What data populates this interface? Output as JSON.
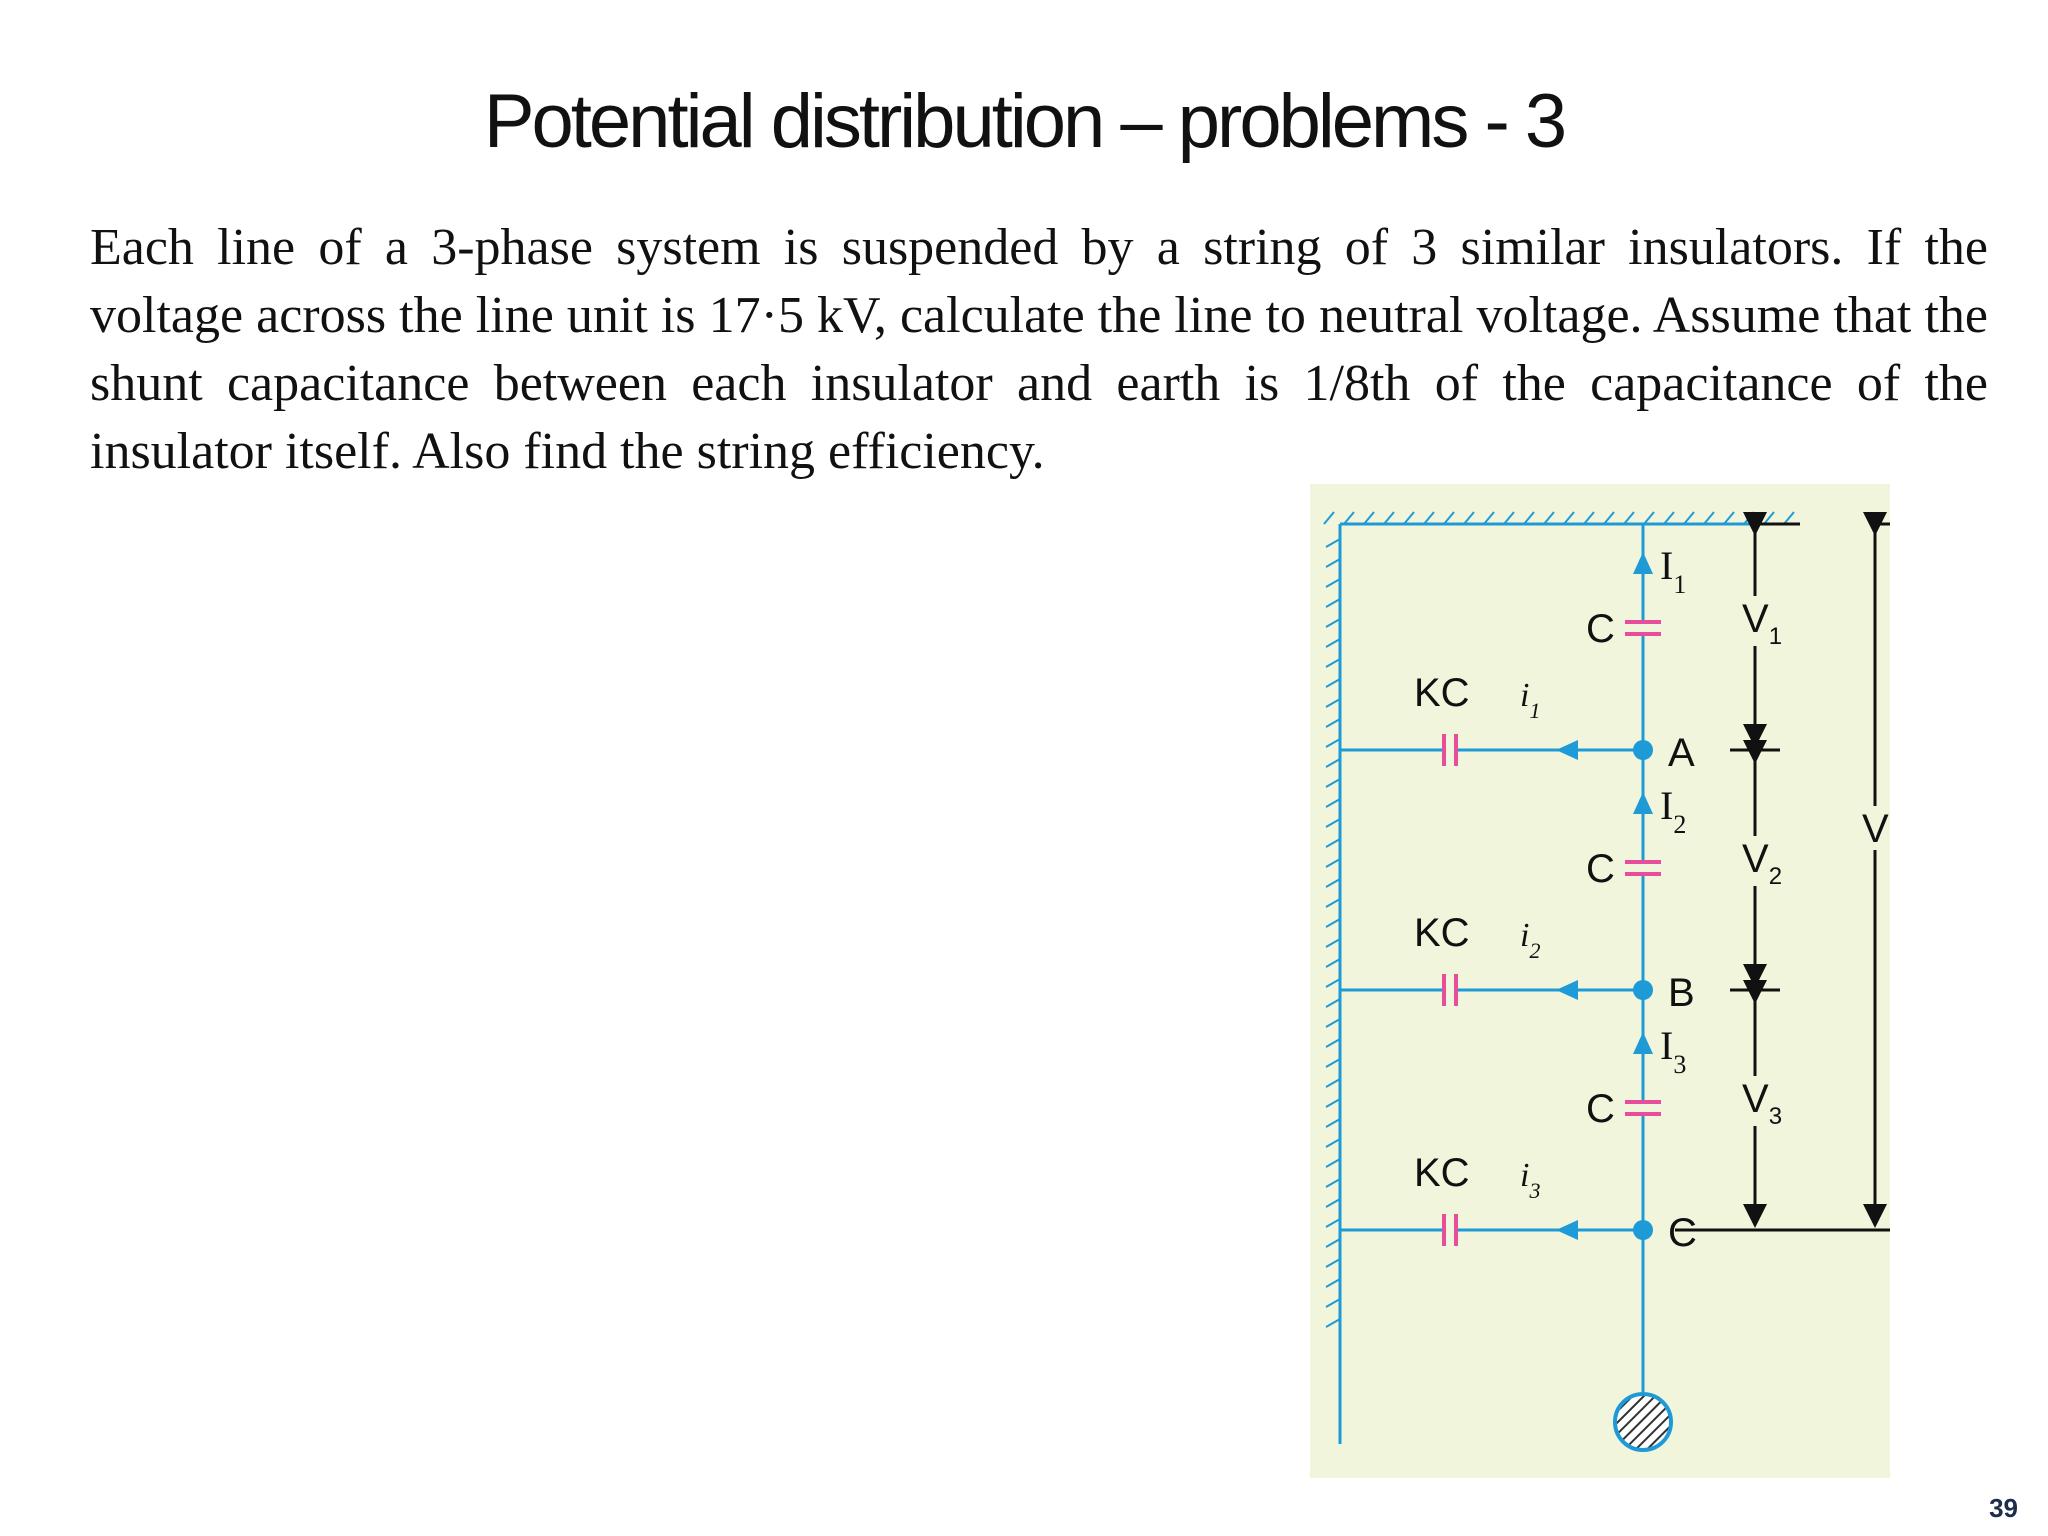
{
  "slide": {
    "title": "Potential distribution – problems - 3",
    "problem_text": "Each line of a 3-phase system is suspended by a string of 3 similar insulators. If the voltage across the line unit is 17·5 kV, calculate the line to neutral voltage. Assume that the shunt capacitance between each insulator and earth is 1/8th of the capacitance of the insulator itself. Also find the string efficiency.",
    "page_number": "39"
  },
  "diagram": {
    "colors": {
      "background": "#f1f5dc",
      "wire": "#1e9ad6",
      "capacitor": "#e64d9a",
      "arrow": "#111111"
    },
    "insulator_caps": [
      "C",
      "C",
      "C"
    ],
    "shunt_caps": [
      "KC",
      "KC",
      "KC"
    ],
    "nodes": [
      "A",
      "B",
      "C"
    ],
    "string_currents": {
      "sym": [
        "I",
        "I",
        "I"
      ],
      "sub": [
        "1",
        "2",
        "3"
      ]
    },
    "shunt_currents": {
      "sym": [
        "i",
        "i",
        "i"
      ],
      "sub": [
        "1",
        "2",
        "3"
      ]
    },
    "voltages": {
      "sym": [
        "V",
        "V",
        "V"
      ],
      "sub": [
        "1",
        "2",
        "3"
      ],
      "total": "V"
    }
  }
}
